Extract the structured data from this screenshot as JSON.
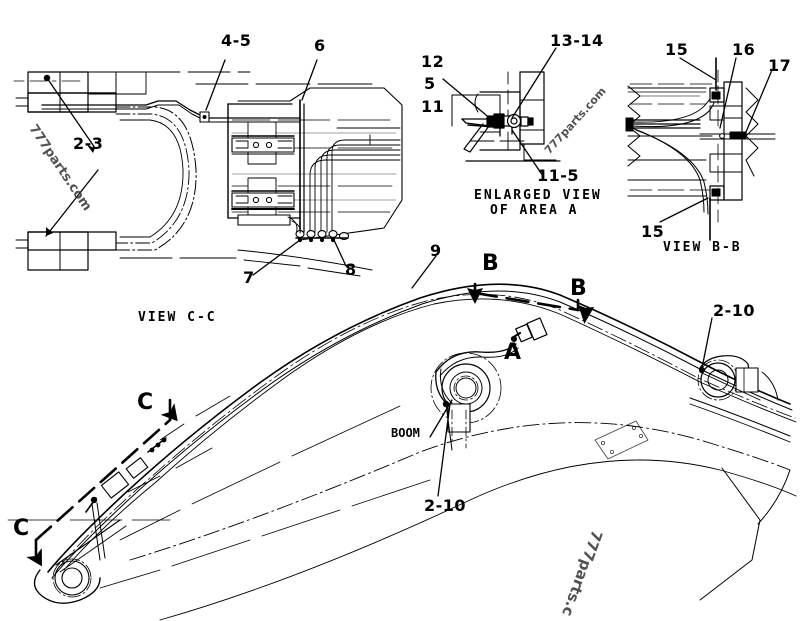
{
  "document": {
    "type": "technical-parts-diagram",
    "subject": "Boom hydraulic lines and clamp group",
    "background_color": "#ffffff",
    "line_color": "#000000"
  },
  "views": {
    "view_c_c": {
      "title": "VIEW C-C",
      "callouts": [
        {
          "id": "c1",
          "text": "4-5"
        },
        {
          "id": "c2",
          "text": "6"
        },
        {
          "id": "c3",
          "text": "2-3"
        },
        {
          "id": "c4",
          "text": "7"
        },
        {
          "id": "c5",
          "text": "8"
        }
      ]
    },
    "enlarged_view_a": {
      "title_line1": "ENLARGED VIEW",
      "title_line2": "OF AREA A",
      "callouts": [
        {
          "id": "e1",
          "text": "12"
        },
        {
          "id": "e2",
          "text": "5"
        },
        {
          "id": "e3",
          "text": "11"
        },
        {
          "id": "e4",
          "text": "13-14"
        },
        {
          "id": "e5",
          "text": "11-5"
        }
      ]
    },
    "view_b_b": {
      "title": "VIEW B-B",
      "callouts": [
        {
          "id": "b1",
          "text": "15"
        },
        {
          "id": "b2",
          "text": "16"
        },
        {
          "id": "b3",
          "text": "17"
        },
        {
          "id": "b4",
          "text": "15"
        }
      ]
    },
    "main_boom": {
      "label": "BOOM",
      "callouts": [
        {
          "id": "m1",
          "text": "9"
        },
        {
          "id": "m2",
          "text": "2-10"
        },
        {
          "id": "m3",
          "text": "2-10"
        }
      ],
      "section_marks": [
        {
          "id": "s1",
          "text": "B"
        },
        {
          "id": "s2",
          "text": "B"
        },
        {
          "id": "s3",
          "text": "C"
        },
        {
          "id": "s4",
          "text": "C"
        },
        {
          "id": "s5",
          "text": "A"
        }
      ]
    }
  },
  "watermarks": [
    {
      "id": "wm-left",
      "text": "777parts.com"
    },
    {
      "id": "wm-center",
      "text": "777parts.com"
    },
    {
      "id": "wm-bottom",
      "text": "777parts.c"
    }
  ]
}
